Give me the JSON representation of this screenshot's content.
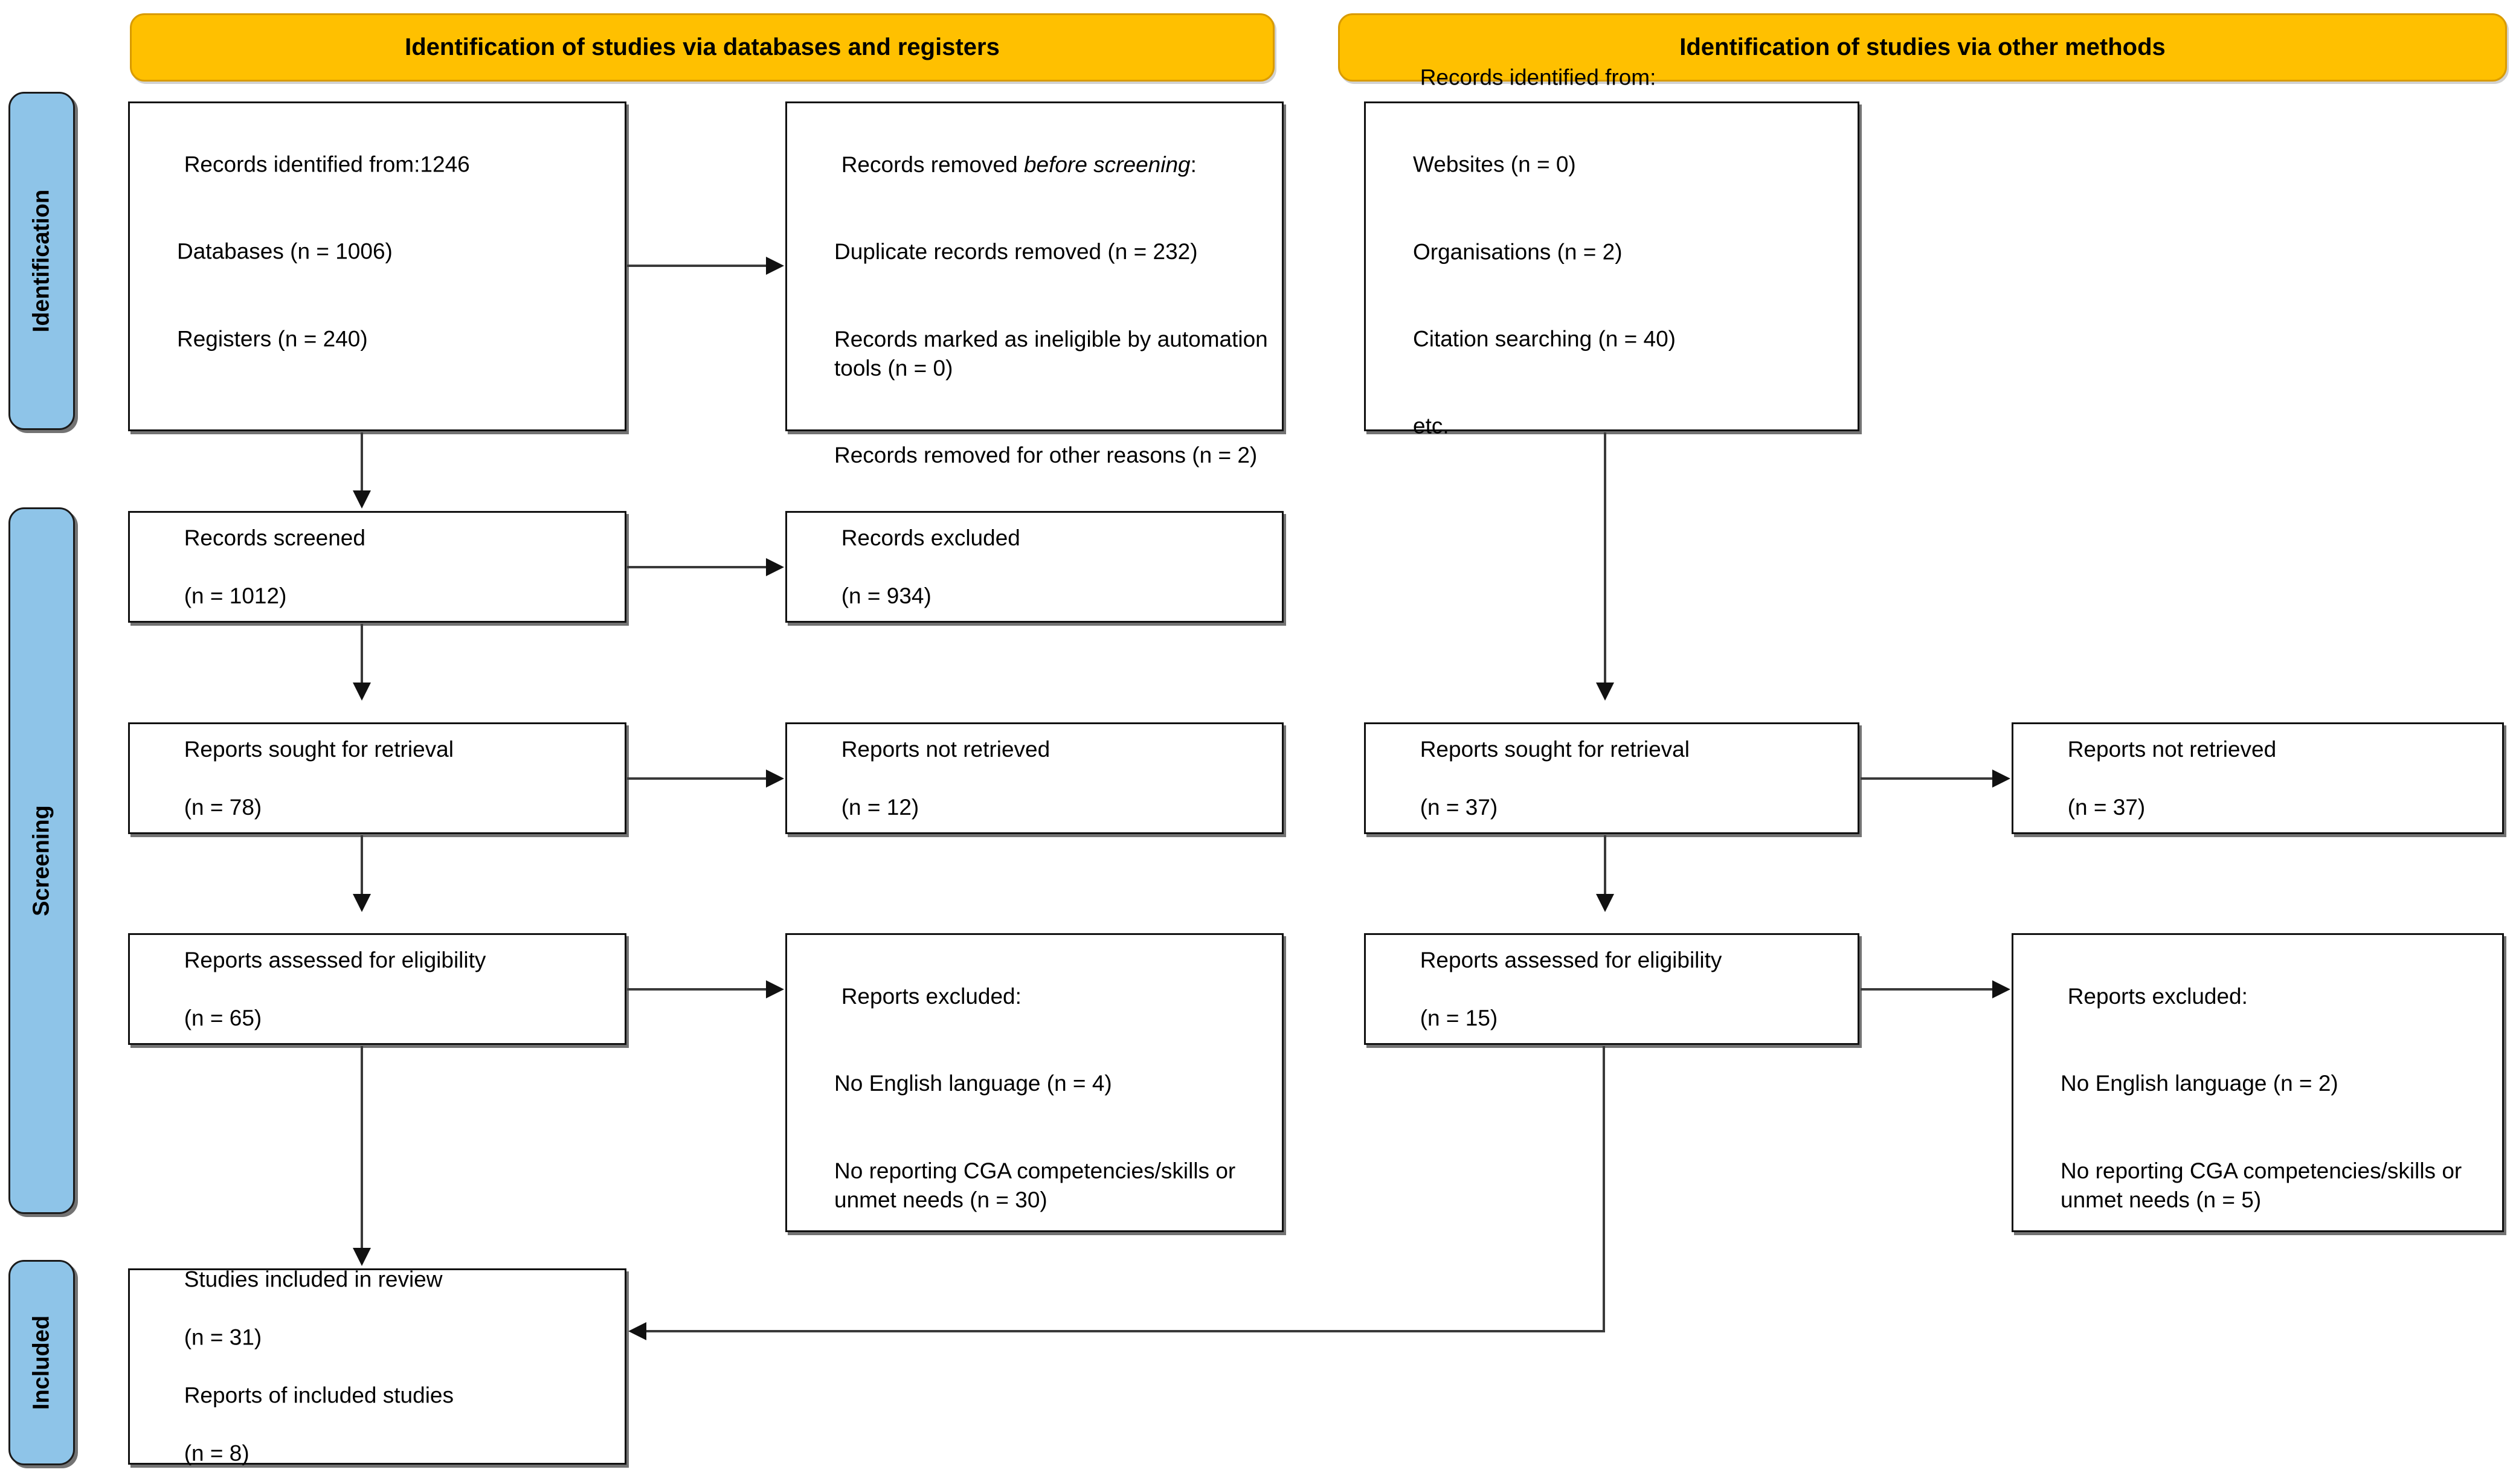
{
  "colors": {
    "header_fill": "#FFC000",
    "header_border": "#D99B00",
    "stage_label_fill": "#8EC4E8",
    "box_border": "#111111",
    "connector": "#3A3A3A",
    "text": "#000000",
    "page_background": "#FFFFFF"
  },
  "headers": {
    "left": "Identification of studies via databases and registers",
    "right": "Identification of studies via other methods"
  },
  "stages": {
    "identification": "Identification",
    "screening": "Screening",
    "included": "Included"
  },
  "boxes": {
    "db_identified": {
      "line1": "Records identified from:1246",
      "line2": "Databases (n = 1006)",
      "line3": "Registers (n = 240)"
    },
    "records_removed": {
      "line1": "Records removed ",
      "line1_italic": "before screening",
      "line1_tail": ":",
      "line2": "Duplicate records removed (n = 232)",
      "line3": "Records marked as ineligible by automation tools (n = 0)",
      "line4": "Records removed for other reasons (n = 2)"
    },
    "records_screened": {
      "line1": "Records screened",
      "line2": "(n = 1012)"
    },
    "records_excluded": {
      "line1": "Records excluded",
      "line2": "(n = 934)"
    },
    "reports_sought_db": {
      "line1": "Reports sought for retrieval",
      "line2": "(n = 78)"
    },
    "reports_not_retrieved_db": {
      "line1": "Reports not retrieved",
      "line2": "(n = 12)"
    },
    "reports_assessed_db": {
      "line1": "Reports assessed for eligibility",
      "line2": "(n = 65)"
    },
    "reports_excluded_db": {
      "line1": "Reports excluded:",
      "line2": "No English language (n = 4)",
      "line3": "No reporting CGA competencies/skills or unmet needs (n = 30)"
    },
    "other_identified": {
      "line1": "Records identified from:",
      "line2": "Websites (n = 0)",
      "line3": "Organisations (n = 2)",
      "line4": "Citation searching (n = 40)",
      "line5": "etc."
    },
    "reports_sought_other": {
      "line1": "Reports sought for retrieval",
      "line2": "(n = 37)"
    },
    "reports_not_retrieved_other": {
      "line1": "Reports not retrieved",
      "line2": "(n = 37)"
    },
    "reports_assessed_other": {
      "line1": "Reports assessed for eligibility",
      "line2": "(n = 15)"
    },
    "reports_excluded_other": {
      "line1": "Reports excluded:",
      "line2": "No English language (n = 2)",
      "line3": "No reporting CGA competencies/skills or unmet needs (n = 5)"
    },
    "studies_included": {
      "line1": "Studies included in review",
      "line2": "(n = 31)",
      "line3": "Reports of included studies",
      "line4": "(n = 8)"
    }
  },
  "chart_data": {
    "type": "diagram",
    "diagram_kind": "PRISMA 2020 flow diagram",
    "columns": [
      {
        "name": "Identification of studies via databases and registers",
        "nodes": [
          {
            "id": "db_identified",
            "label": "Records identified from",
            "values": {
              "total": 1246,
              "Databases": 1006,
              "Registers": 240
            }
          },
          {
            "id": "records_removed",
            "label": "Records removed before screening",
            "values": {
              "Duplicate records removed": 232,
              "Records marked as ineligible by automation tools": 0,
              "Records removed for other reasons": 2
            }
          },
          {
            "id": "records_screened",
            "label": "Records screened",
            "values": {
              "n": 1012
            }
          },
          {
            "id": "records_excluded",
            "label": "Records excluded",
            "values": {
              "n": 934
            }
          },
          {
            "id": "reports_sought_db",
            "label": "Reports sought for retrieval",
            "values": {
              "n": 78
            }
          },
          {
            "id": "reports_not_retrieved_db",
            "label": "Reports not retrieved",
            "values": {
              "n": 12
            }
          },
          {
            "id": "reports_assessed_db",
            "label": "Reports assessed for eligibility",
            "values": {
              "n": 65
            }
          },
          {
            "id": "reports_excluded_db",
            "label": "Reports excluded",
            "values": {
              "No English language": 4,
              "No reporting CGA competencies/skills or unmet needs": 30
            }
          }
        ]
      },
      {
        "name": "Identification of studies via other methods",
        "nodes": [
          {
            "id": "other_identified",
            "label": "Records identified from",
            "values": {
              "Websites": 0,
              "Organisations": 2,
              "Citation searching": 40
            }
          },
          {
            "id": "reports_sought_other",
            "label": "Reports sought for retrieval",
            "values": {
              "n": 37
            }
          },
          {
            "id": "reports_not_retrieved_other",
            "label": "Reports not retrieved",
            "values": {
              "n": 37
            }
          },
          {
            "id": "reports_assessed_other",
            "label": "Reports assessed for eligibility",
            "values": {
              "n": 15
            }
          },
          {
            "id": "reports_excluded_other",
            "label": "Reports excluded",
            "values": {
              "No English language": 2,
              "No reporting CGA competencies/skills or unmet needs": 5
            }
          }
        ]
      }
    ],
    "result": {
      "id": "studies_included",
      "label": "Studies included in review",
      "values": {
        "Studies included in review": 31,
        "Reports of included studies": 8
      }
    },
    "stages": [
      "Identification",
      "Screening",
      "Included"
    ]
  }
}
